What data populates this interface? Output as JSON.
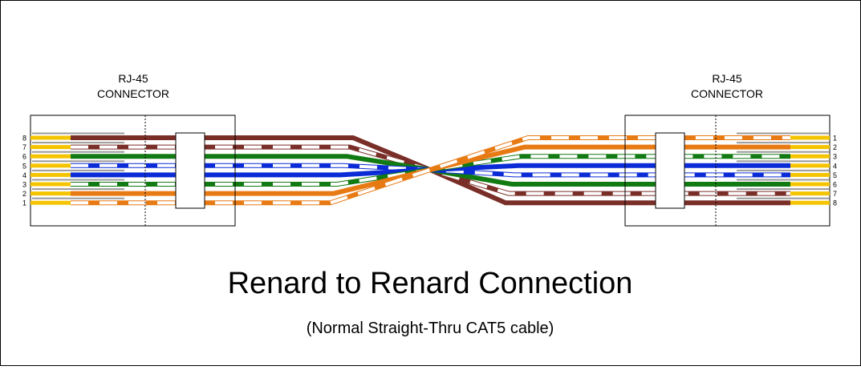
{
  "connectors": [
    {
      "label_line1": "RJ-45",
      "label_line2": "CONNECTOR",
      "pin_numbers": [
        "8",
        "7",
        "6",
        "5",
        "4",
        "3",
        "2",
        "1"
      ]
    },
    {
      "label_line1": "RJ-45",
      "label_line2": "CONNECTOR",
      "pin_numbers": [
        "1",
        "2",
        "3",
        "4",
        "5",
        "6",
        "7",
        "8"
      ]
    }
  ],
  "title": "Renard to Renard Connection",
  "subtitle": "(Normal Straight-Thru CAT5 cable)",
  "wire_order_left_top_to_bottom": [
    {
      "pin": "8",
      "stripe": "#ffffff",
      "color": "#7a2e28",
      "solid": true
    },
    {
      "pin": "7",
      "stripe": "#ffffff",
      "color": "#7a2e28",
      "solid": false
    },
    {
      "pin": "6",
      "stripe": "#ffffff",
      "color": "#127a12",
      "solid": true
    },
    {
      "pin": "5",
      "stripe": "#ffffff",
      "color": "#0a2bd6",
      "solid": false
    },
    {
      "pin": "4",
      "stripe": "#ffffff",
      "color": "#0a2bd6",
      "solid": true
    },
    {
      "pin": "3",
      "stripe": "#ffffff",
      "color": "#127a12",
      "solid": false
    },
    {
      "pin": "2",
      "stripe": "#ffffff",
      "color": "#e87a14",
      "solid": true
    },
    {
      "pin": "1",
      "stripe": "#ffffff",
      "color": "#e87a14",
      "solid": false
    }
  ],
  "colors": {
    "frame": "#000000",
    "contact_gold": "#f5c400",
    "contact_gray": "#9a9a9a"
  }
}
